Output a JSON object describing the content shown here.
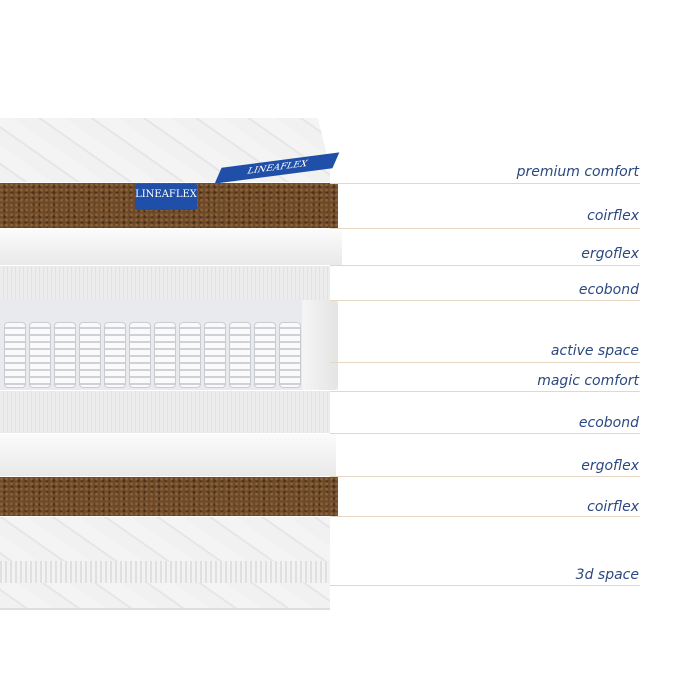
{
  "brand": {
    "logo_text": "LINEAFLEX",
    "ribbon_text": "LINEAFLEX"
  },
  "layers": [
    {
      "label": "premium comfort"
    },
    {
      "label": "coirflex"
    },
    {
      "label": "ergoflex"
    },
    {
      "label": "ecobond"
    },
    {
      "label": "active space"
    },
    {
      "label": "magic comfort"
    },
    {
      "label": "ecobond"
    },
    {
      "label": "ergoflex"
    },
    {
      "label": "coirflex"
    },
    {
      "label": "3d space"
    }
  ],
  "colors": {
    "label": "#2b4880",
    "leader": "#e6d6c4",
    "logo": "#1f4fa8"
  }
}
